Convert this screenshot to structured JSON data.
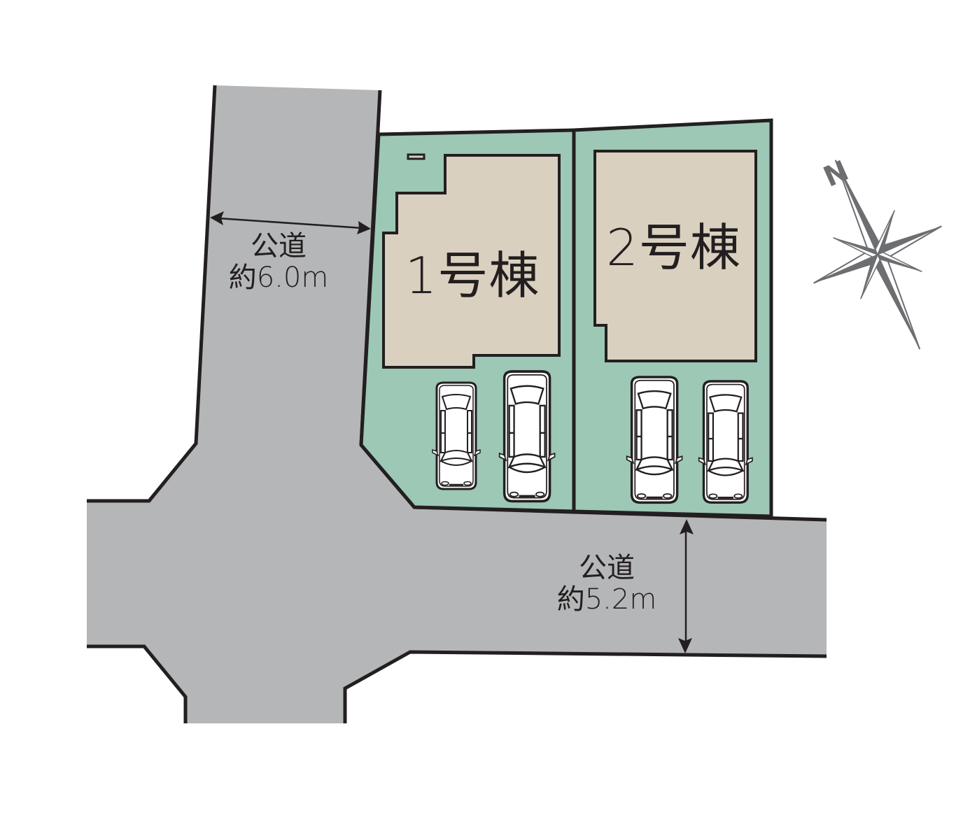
{
  "diagram": {
    "type": "site-plan",
    "colors": {
      "road": "#b5b6b8",
      "lot": "#9cc8b5",
      "building": "#d9d0bf",
      "outline": "#231f20",
      "compass": "#6d6e71",
      "background": "#ffffff"
    }
  },
  "roads": [
    {
      "id": "west-road",
      "name": "公道",
      "width_label": "約6.0m",
      "line1": "公道",
      "line2": "約6.0m"
    },
    {
      "id": "south-road",
      "name": "公道",
      "width_label": "約5.2m",
      "line1": "公道",
      "line2": "約5.2m"
    }
  ],
  "buildings": [
    {
      "id": "building-1",
      "label": "1号棟",
      "parking_spaces": 2
    },
    {
      "id": "building-2",
      "label": "2号棟",
      "parking_spaces": 2
    }
  ],
  "compass": {
    "label": "N",
    "direction": "north-northwest"
  }
}
